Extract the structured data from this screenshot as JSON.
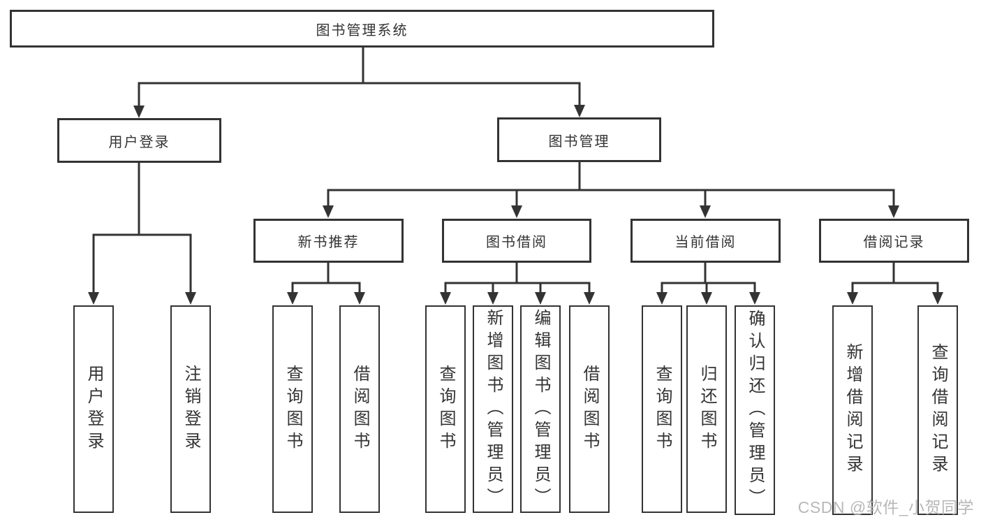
{
  "title": "图书管理系统",
  "level2": [
    {
      "label": "用户登录"
    },
    {
      "label": "图书管理"
    }
  ],
  "level3": [
    {
      "label": "新书推荐"
    },
    {
      "label": "图书借阅"
    },
    {
      "label": "当前借阅"
    },
    {
      "label": "借阅记录"
    }
  ],
  "leaves": {
    "userLogin": [
      {
        "label": "用户登录"
      },
      {
        "label": "注销登录"
      }
    ],
    "newBookRec": [
      {
        "label": "查询图书"
      },
      {
        "label": "借阅图书"
      }
    ],
    "bookBorrow": [
      {
        "label": "查询图书"
      },
      {
        "label": "新增图书（管理员）"
      },
      {
        "label": "编辑图书（管理员）"
      },
      {
        "label": "借阅图书"
      }
    ],
    "currentBorrow": [
      {
        "label": "查询图书"
      },
      {
        "label": "归还图书"
      },
      {
        "label": "确认归还（管理员）"
      }
    ],
    "borrowRecords": [
      {
        "label": "新增借阅记录"
      },
      {
        "label": "查询借阅记录"
      }
    ]
  },
  "watermark": "CSDN @软件_小贺同学",
  "colors": {
    "line": "#333333",
    "border": "#333333",
    "text": "#333333",
    "background": "#ffffff",
    "watermark": "#b8b8b8"
  }
}
